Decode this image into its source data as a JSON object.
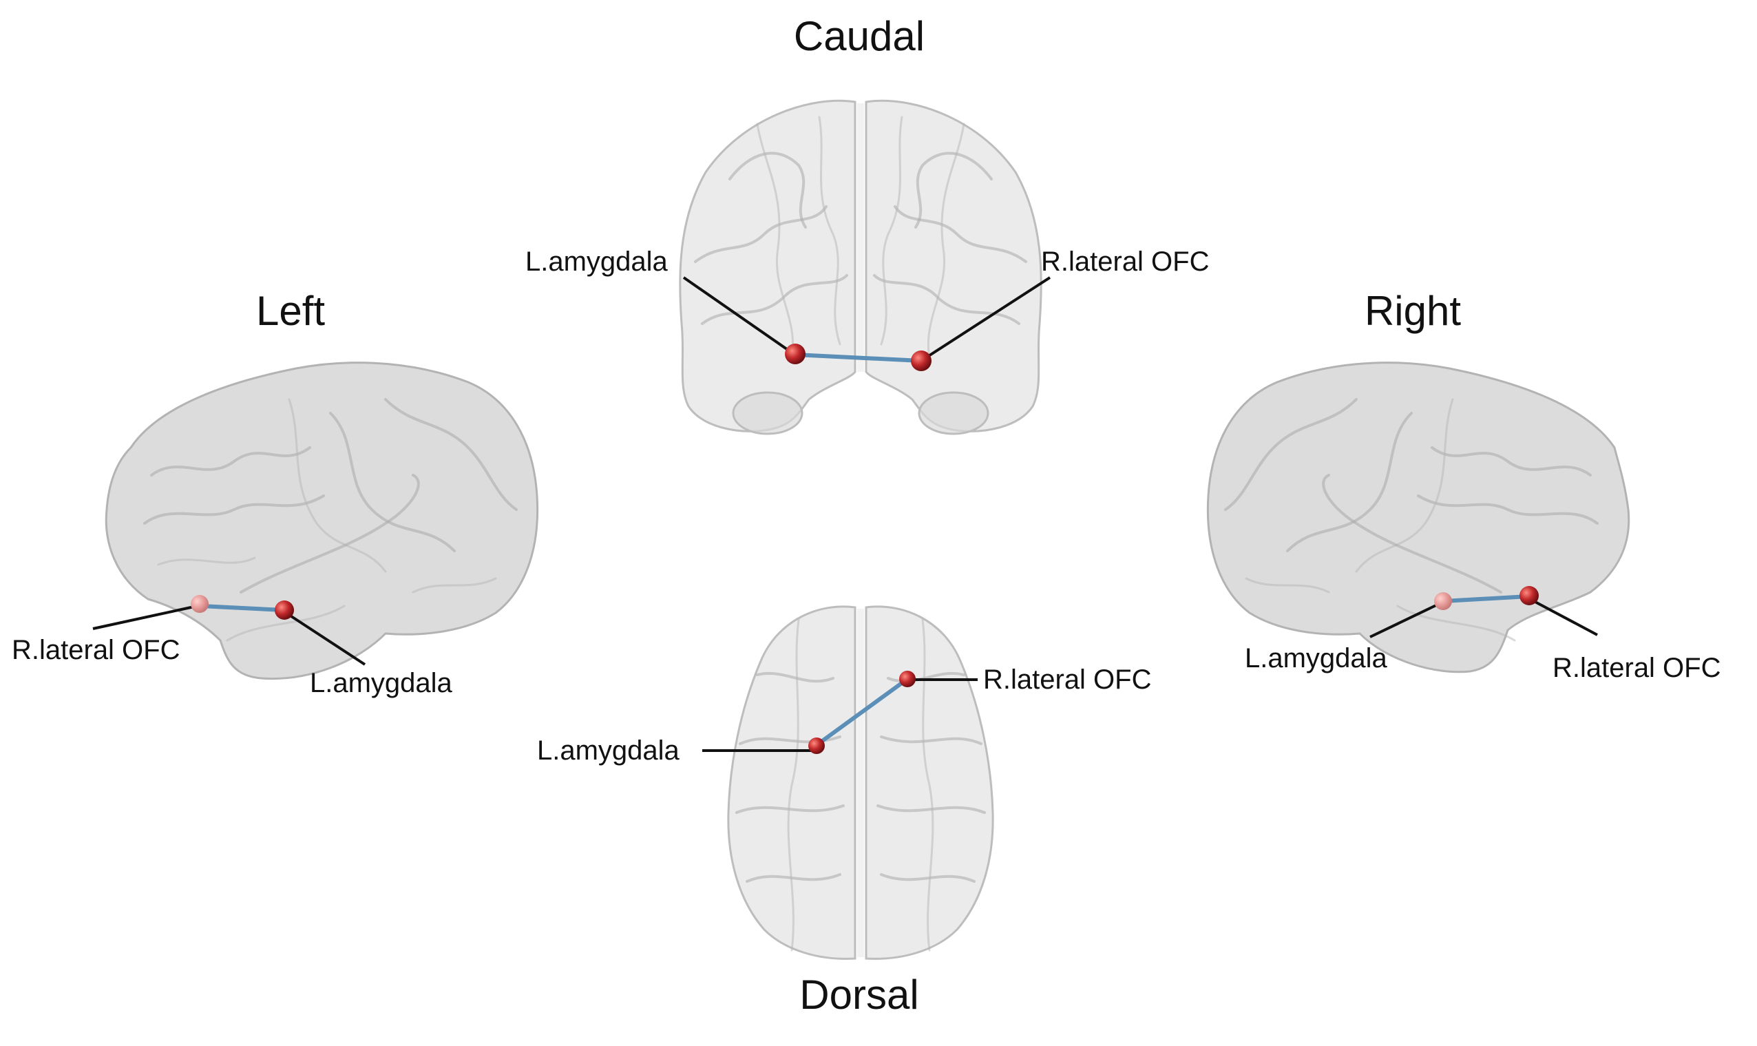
{
  "views": {
    "caudal": {
      "title": "Caudal"
    },
    "left": {
      "title": "Left"
    },
    "right": {
      "title": "Right"
    },
    "dorsal": {
      "title": "Dorsal"
    }
  },
  "labels": {
    "caudal_l_amygdala": "L.amygdala",
    "caudal_r_lateral_ofc": "R.lateral OFC",
    "left_r_lateral_ofc": "R.lateral OFC",
    "left_l_amygdala": "L.amygdala",
    "right_l_amygdala": "L.amygdala",
    "right_r_lateral_ofc": "R.lateral OFC",
    "dorsal_r_lateral_ofc": "R.lateral OFC",
    "dorsal_l_amygdala": "L.amygdala"
  },
  "colors": {
    "node": "#c0282a",
    "edge": "#5b8fb8",
    "brain": "#d4d4d4"
  }
}
